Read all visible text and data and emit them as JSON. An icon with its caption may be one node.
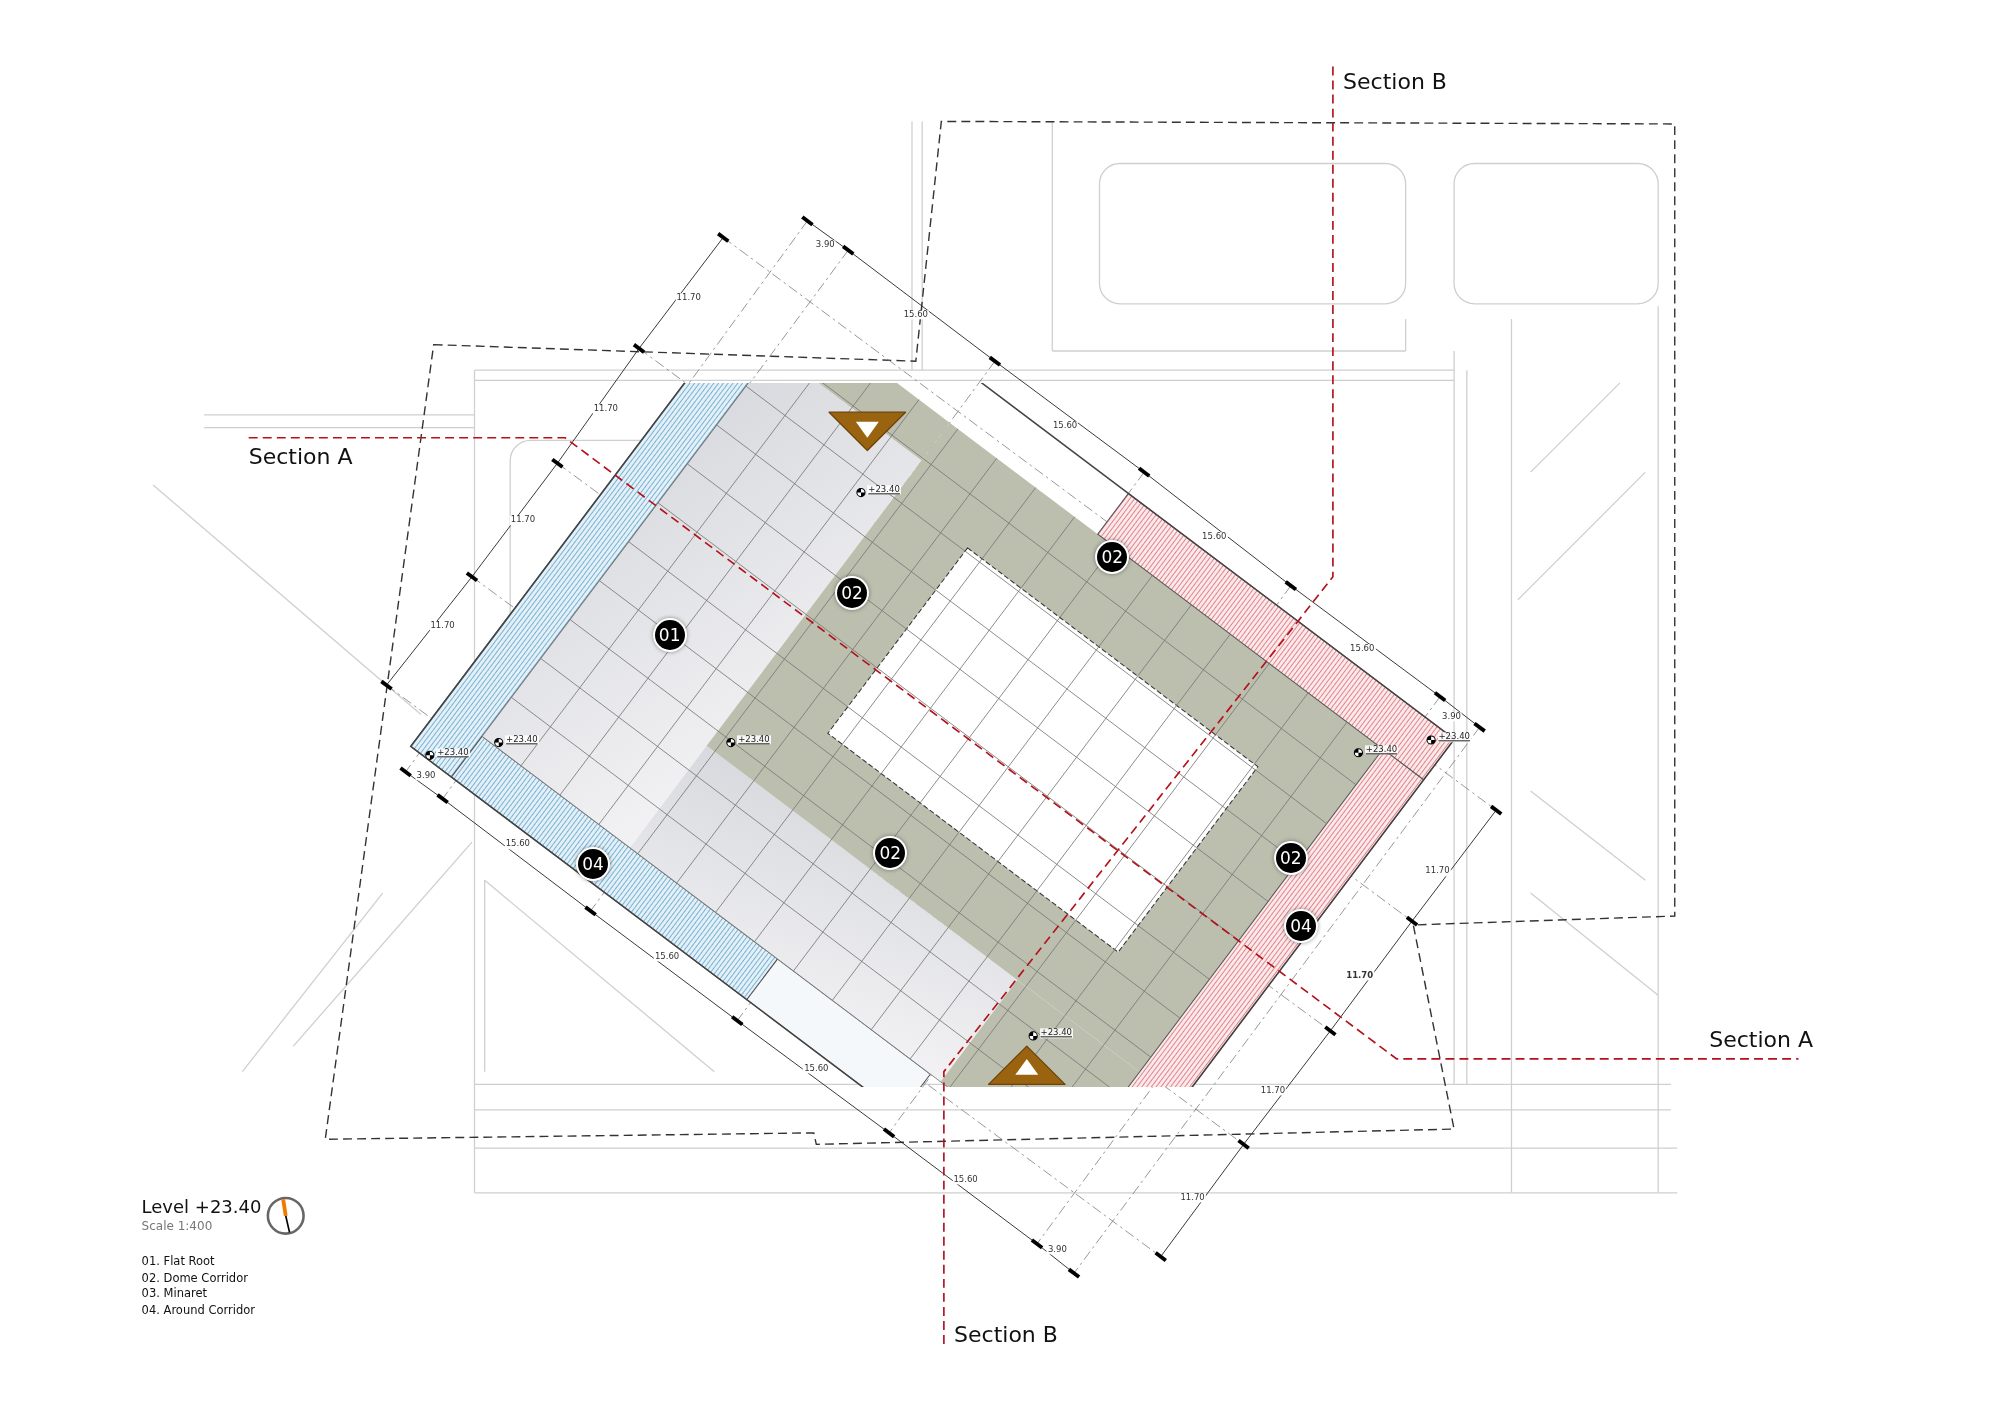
{
  "diagram": {
    "labels": [
      "Section B",
      "3.90",
      "15.60",
      "11.70",
      "11.70",
      "15.60",
      "Section A",
      "+23.40",
      "11.70",
      "15.60",
      "02",
      "02",
      "11.70",
      "01",
      "15.60",
      "3.90",
      "+23.40",
      "+23.40",
      "+23.40",
      "+23.40",
      "+23.40",
      "3.90",
      "15.60",
      "02",
      "02",
      "04",
      "11.70",
      "04",
      "15.60",
      "11.70",
      "Section A",
      "+23.40",
      "15.60",
      "11.70",
      "15.60",
      "11.70",
      "Level +23.40",
      "Scale 1:400",
      "3.90",
      "01. Flat Root",
      "02. Dome Corridor",
      "03. Minaret",
      "04. Around Corridor",
      "Section B"
    ]
  }
}
